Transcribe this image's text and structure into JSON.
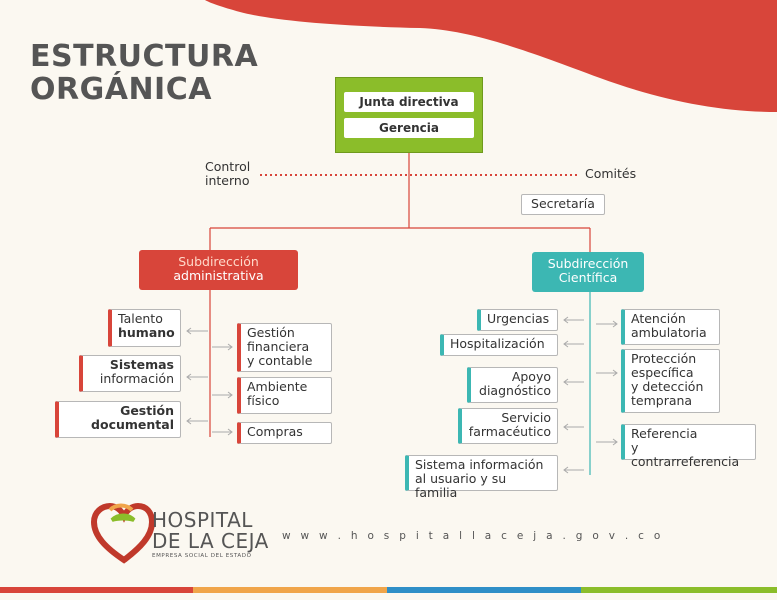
{
  "title": {
    "line1": "ESTRUCTURA",
    "line2": "ORGÁNICA"
  },
  "top_box": {
    "junta": "Junta directiva",
    "gerencia": "Gerencia"
  },
  "control": {
    "line1": "Control",
    "line2": "interno"
  },
  "comites": "Comités",
  "secretaria": "Secretaría",
  "admin": {
    "head": {
      "line1": "Subdirección",
      "line2": "administrativa"
    },
    "left": [
      {
        "line1": "Talento",
        "line2": "humano"
      },
      {
        "line1": "Sistemas",
        "line2": "información"
      },
      {
        "line1": "Gestión",
        "line2": "documental"
      }
    ],
    "right": [
      {
        "lines": [
          "Gestión",
          "financiera",
          "y contable"
        ]
      },
      {
        "lines": [
          "Ambiente",
          "físico"
        ]
      },
      {
        "lines": [
          "Compras"
        ]
      }
    ]
  },
  "cientifica": {
    "head": {
      "line1": "Subdirección",
      "line2": "Científica"
    },
    "left": [
      {
        "lines": [
          "Urgencias"
        ]
      },
      {
        "lines": [
          "Hospitalización"
        ]
      },
      {
        "lines": [
          "Apoyo",
          "diagnóstico"
        ]
      },
      {
        "lines": [
          "Servicio",
          "farmacéutico"
        ]
      },
      {
        "lines": [
          "Sistema información",
          "al usuario y su familia"
        ]
      }
    ],
    "right": [
      {
        "lines": [
          "Atención",
          "ambulatoria"
        ]
      },
      {
        "lines": [
          "Protección",
          "específica",
          "y detección",
          "temprana"
        ]
      },
      {
        "lines": [
          "Referencia",
          "y contrarreferencia"
        ]
      }
    ]
  },
  "logo": {
    "line1": "HOSPITAL",
    "line2": "DE LA CEJA",
    "line3": "EMPRESA SOCIAL DEL ESTADO"
  },
  "url": "w w w . h o s p i t a l l a c e j a . g o v . c o",
  "colors": {
    "red": "#d8453a",
    "green": "#8bbd2a",
    "teal": "#3cb7b3",
    "orange": "#f0a54a",
    "blue": "#2f8fc7"
  }
}
